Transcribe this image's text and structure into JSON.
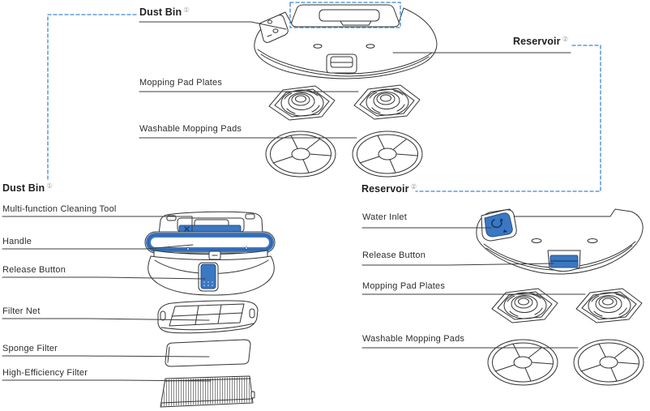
{
  "palette": {
    "accent_blue": "#3b77c2",
    "callout_dashed_blue": "#3f86cf",
    "line_color": "#333333",
    "text_color": "#2d2d2d"
  },
  "top_overview": {
    "dust_bin": {
      "label": "Dust Bin",
      "ref": "①"
    },
    "reservoir": {
      "label": "Reservoir",
      "ref": "②"
    },
    "mopping_pad_plates": {
      "label": "Mopping Pad Plates"
    },
    "washable_mopping_pads": {
      "label": "Washable Mopping Pads"
    }
  },
  "dust_bin_detail": {
    "heading": {
      "label": "Dust Bin",
      "ref": "①"
    },
    "parts": [
      {
        "label": "Multi-function Cleaning Tool"
      },
      {
        "label": "Handle"
      },
      {
        "label": "Release Button"
      },
      {
        "label": "Filter Net"
      },
      {
        "label": "Sponge Filter"
      },
      {
        "label": "High-Efficiency Filter"
      }
    ]
  },
  "reservoir_detail": {
    "heading": {
      "label": "Reservoir",
      "ref": "②"
    },
    "parts": [
      {
        "label": "Water Inlet"
      },
      {
        "label": "Release Button"
      },
      {
        "label": "Mopping Pad Plates"
      },
      {
        "label": "Washable Mopping Pads"
      }
    ]
  }
}
